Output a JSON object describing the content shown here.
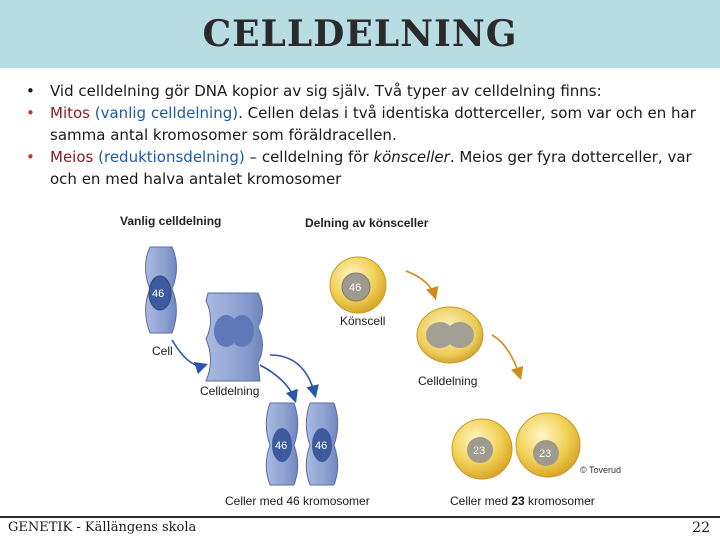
{
  "title": "CELLDELNING",
  "bullets": [
    {
      "text": "Vid celldelning gör DNA kopior av sig själv. Två typer av celldelning finns:"
    },
    {
      "term": "Mitos",
      "paren": "(vanlig celldelning)",
      "rest": ". Cellen delas i två identiska dotterceller, som var och en har samma antal kromosomer som föräldracellen."
    },
    {
      "term": "Meios",
      "paren": "(reduktionsdelning)",
      "rest_a": " – celldelning för ",
      "rest_italic": "könsceller",
      "rest_b": ". Meios ger fyra dotterceller, var och en med halva antalet kromosomer"
    }
  ],
  "figure": {
    "left_heading": "Vanlig celldelning",
    "right_heading": "Delning av könsceller",
    "label_cell": "Cell",
    "label_celldelning_left": "Celldelning",
    "label_konscell": "Könscell",
    "label_celldelning_right": "Celldelning",
    "caption_left": "Celler med 46 kromosomer",
    "caption_right_a": "Celler med ",
    "caption_right_b": "23",
    "caption_right_c": " kromosomer",
    "copyright": "© Toverud",
    "n46_a": "46",
    "n46_b": "46",
    "n46_c": "46",
    "n46_sex": "46",
    "n23_a": "23",
    "n23_b": "23"
  },
  "footer": {
    "left": "GENETIK - Källängens skola",
    "page": "22"
  },
  "colors": {
    "title_band": "#b7dde3",
    "somatic_cell": "#8fa3d0",
    "sex_cell": "#f2d35a",
    "term": "#8a1a1a",
    "paren": "#1e5aa8"
  }
}
